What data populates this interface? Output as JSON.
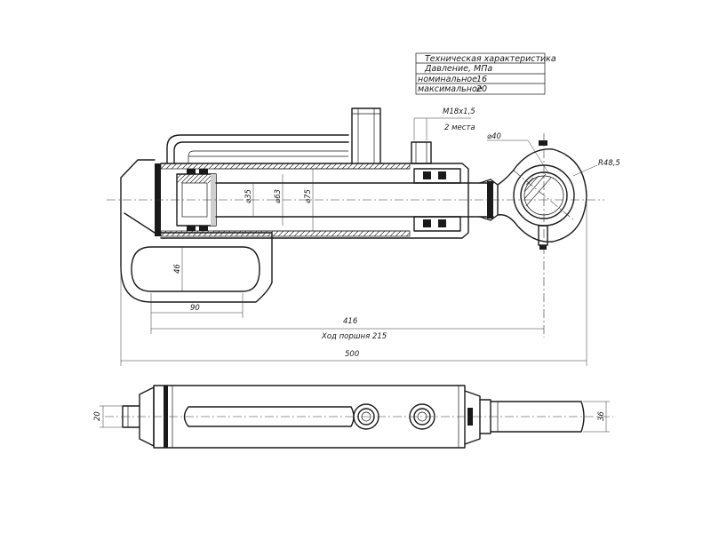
{
  "spec_table": {
    "title": "Техническая характеристика",
    "pressure_label": "Давление, МПа",
    "nominal_label": "номинальное",
    "nominal_value": "16",
    "max_label": "максимальное",
    "max_value": "20"
  },
  "dimensions": {
    "thread": "M18х1,5",
    "thread_count": "2 места",
    "eye_diameter": "⌀40",
    "eye_radius": "R48,5",
    "rod_diameter": "⌀35",
    "piston_diameter": "⌀63",
    "bore_diameter": "⌀75",
    "slot_height": "46",
    "slot_length": "90",
    "length_to_eye": "416",
    "piston_stroke": "Ход поршня 215",
    "overall_length": "500",
    "left_pin_diameter": "20",
    "rod_end_diameter": "36"
  }
}
